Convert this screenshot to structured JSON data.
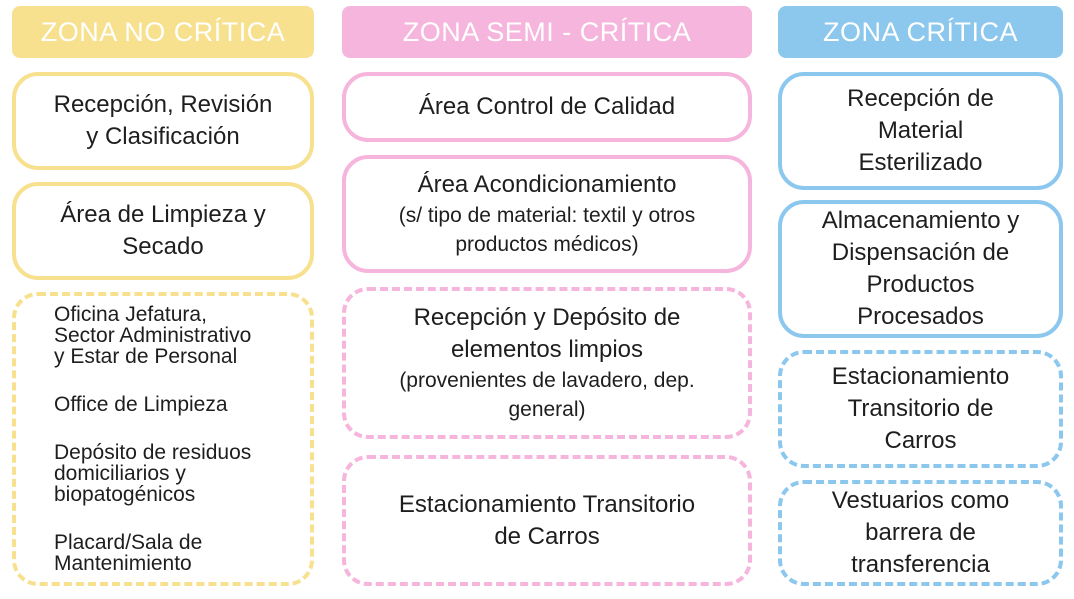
{
  "colors": {
    "yellow": "#f7e08e",
    "pink": "#f6b5dc",
    "blue": "#8cc7ee"
  },
  "zones": [
    {
      "title": "ZONA NO CRÍTICA",
      "boxes": [
        {
          "lines": [
            "Recepción, Revisión",
            "y Clasificación"
          ],
          "style": "solid"
        },
        {
          "lines": [
            "Área de Limpieza y",
            "Secado"
          ],
          "style": "solid"
        },
        {
          "style": "dashed",
          "items": [
            [
              "Oficina Jefatura,",
              "Sector Administrativo",
              "y  Estar de Personal"
            ],
            [
              "Office de Limpieza"
            ],
            [
              "Depósito de residuos",
              "domiciliarios y",
              "biopatogénicos"
            ],
            [
              "Placard/Sala de",
              "Mantenimiento"
            ]
          ]
        }
      ]
    },
    {
      "title": "ZONA SEMI - CRÍTICA",
      "boxes": [
        {
          "lines": [
            "Área Control de Calidad"
          ],
          "style": "solid"
        },
        {
          "lines": [
            "Área Acondicionamiento"
          ],
          "sub": [
            "(s/ tipo de material: textil y otros",
            "productos médicos)"
          ],
          "style": "solid"
        },
        {
          "lines": [
            "Recepción y Depósito de",
            "elementos limpios"
          ],
          "sub": [
            "(provenientes de lavadero, dep.",
            "general)"
          ],
          "style": "dashed"
        },
        {
          "lines": [
            "Estacionamiento Transitorio",
            "de Carros"
          ],
          "style": "dashed"
        }
      ]
    },
    {
      "title": "ZONA CRÍTICA",
      "boxes": [
        {
          "lines": [
            "Recepción de",
            "Material",
            "Esterilizado"
          ],
          "style": "solid"
        },
        {
          "lines": [
            "Almacenamiento y",
            "Dispensación de",
            "Productos",
            "Procesados"
          ],
          "style": "solid"
        },
        {
          "lines": [
            "Estacionamiento",
            "Transitorio de",
            "Carros"
          ],
          "style": "dashed"
        },
        {
          "lines": [
            "Vestuarios como",
            "barrera de",
            "transferencia"
          ],
          "style": "dashed"
        }
      ]
    }
  ]
}
